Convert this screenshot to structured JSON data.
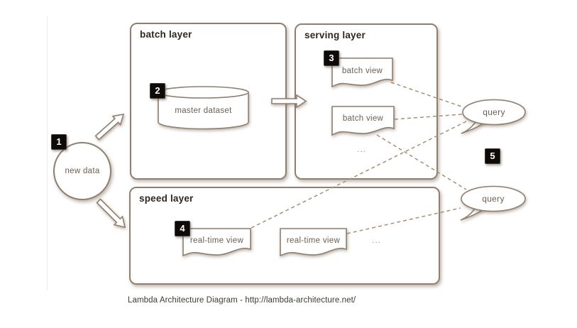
{
  "colors": {
    "box_border": "#8e7f70",
    "title_text": "#2e2720",
    "label_text": "#6a5f53",
    "dashed_line": "#a68f77",
    "badge_bg": "#0d0a08",
    "badge_text": "#ffffff",
    "caption_text": "#3e3a32",
    "ellipsis_text": "#9b9b9b",
    "shape_fill": "#ffffff"
  },
  "nodes": {
    "new_data": {
      "label": "new data"
    },
    "batch_layer": {
      "title": "batch layer"
    },
    "master_dataset": {
      "label": "master dataset"
    },
    "serving_layer": {
      "title": "serving layer"
    },
    "batch_view_1": {
      "label": "batch view"
    },
    "batch_view_2": {
      "label": "batch view"
    },
    "serving_more": {
      "label": "..."
    },
    "speed_layer": {
      "title": "speed layer"
    },
    "realtime_view_1": {
      "label": "real-time view"
    },
    "realtime_view_2": {
      "label": "real-time view"
    },
    "speed_more": {
      "label": "..."
    },
    "query_top": {
      "label": "query"
    },
    "query_bottom": {
      "label": "query"
    }
  },
  "badges": {
    "new_data": "1",
    "master_dataset": "2",
    "batch_view": "3",
    "realtime_view": "4",
    "query": "5"
  },
  "caption": "Lambda Architecture Diagram - http://lambda-architecture.net/"
}
